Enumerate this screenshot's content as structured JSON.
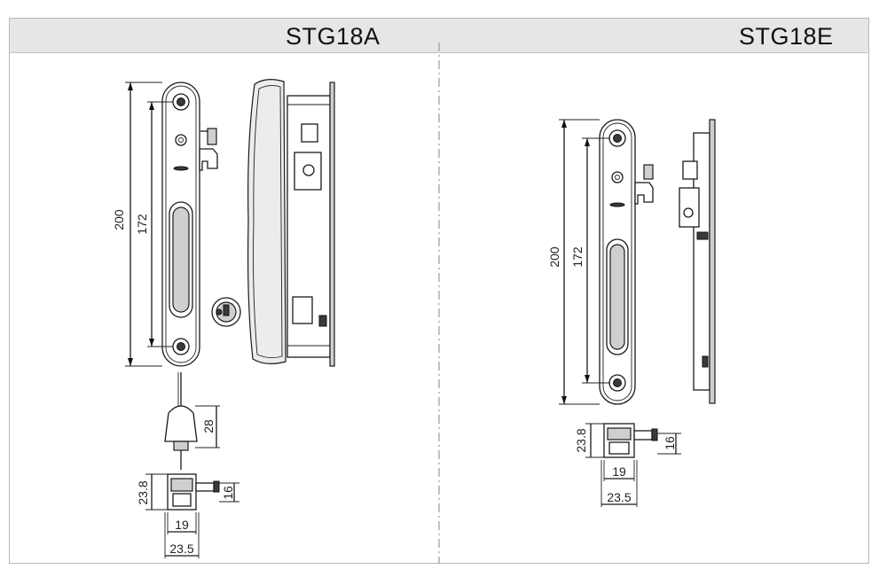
{
  "panels": [
    {
      "title": "STG18A",
      "dimensions": {
        "overall_height": "200",
        "hole_spacing": "172",
        "knob_height": "28",
        "bolt_height": "23.8",
        "bolt_thickness": "16",
        "bolt_width": "19",
        "bolt_depth": "23.5"
      }
    },
    {
      "title": "STG18E",
      "dimensions": {
        "overall_height": "200",
        "hole_spacing": "172",
        "bolt_height": "23.8",
        "bolt_thickness": "16",
        "bolt_width": "19",
        "bolt_depth": "23.5"
      }
    }
  ]
}
